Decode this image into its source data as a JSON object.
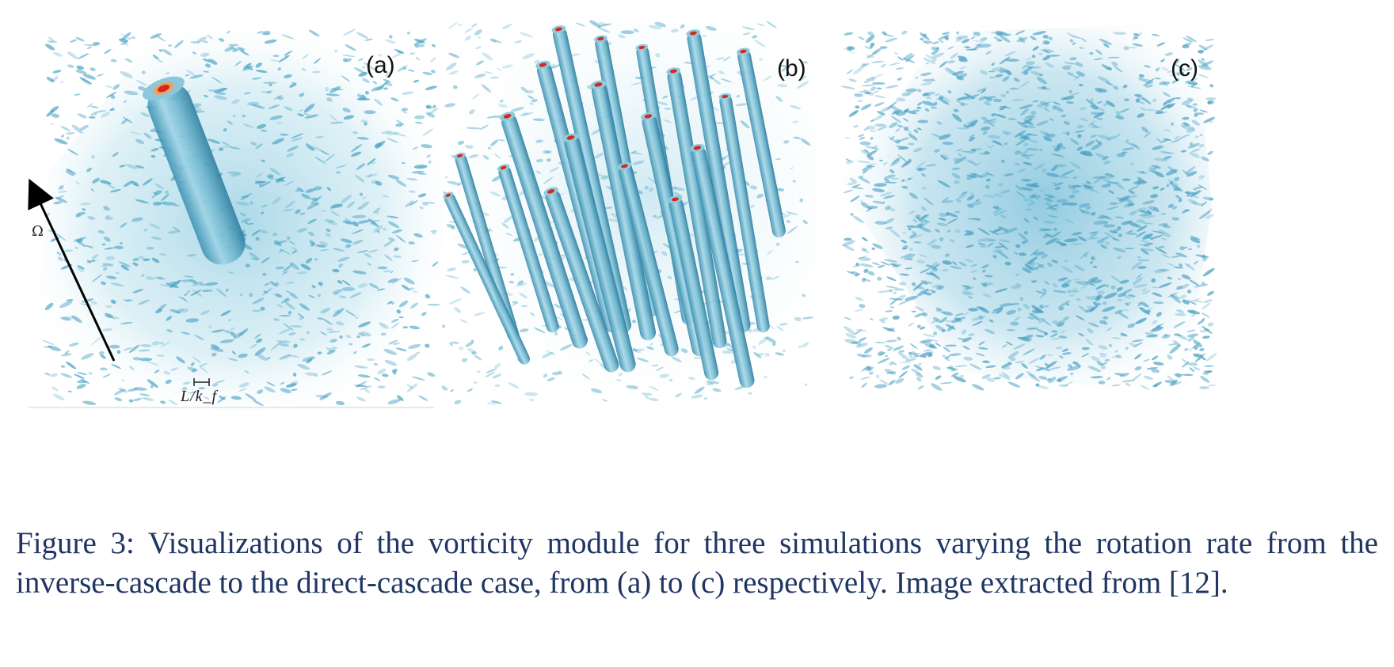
{
  "figure": {
    "panels": [
      {
        "label": "(a)",
        "axis_symbol": "Ω",
        "scale_label": "L/k_f"
      },
      {
        "label": "(b)"
      },
      {
        "label": "(c)"
      }
    ],
    "accent_colors": {
      "turbulence": "#5aaecb",
      "vortex": "#68b4cf",
      "core": "#d5281e"
    }
  },
  "caption": {
    "text": "Figure 3: Visualizations of the vorticity module for three simulations varying the rotation rate from the inverse-cascade to the direct-cascade case, from (a) to (c) respectively. Image extracted from [12]."
  }
}
